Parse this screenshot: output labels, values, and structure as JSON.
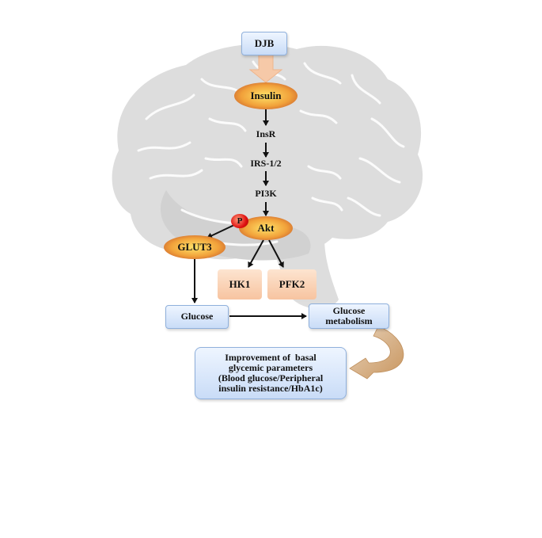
{
  "nodes": {
    "djb": "DJB",
    "insulin": "Insulin",
    "insr": "InsR",
    "irs": "IRS-1/2",
    "pi3k": "PI3K",
    "akt": "Akt",
    "phospho": "P",
    "glut3": "GLUT3",
    "hk1": "HK1",
    "pfk2": "PFK2",
    "glucose": "Glucose",
    "metabolism_line1": "Glucose",
    "metabolism_line2": "metabolism",
    "outcome_line1": "Improvement of  basal",
    "outcome_line2": "glycemic parameters",
    "outcome_line3": "(Blood glucose/Peripheral",
    "outcome_line4": "insulin resistance/HbA1c)"
  },
  "colors": {
    "blue_box": "#c9dcf7",
    "peach_box": "#f7c4a0",
    "ellipse_core": "#ffe46a",
    "ellipse_edge": "#b8462a",
    "phospho": "#e01010",
    "brain": "#d9d9d9",
    "big_arrow": "#f6c9a8",
    "curved_arrow": "#d9b48c"
  }
}
